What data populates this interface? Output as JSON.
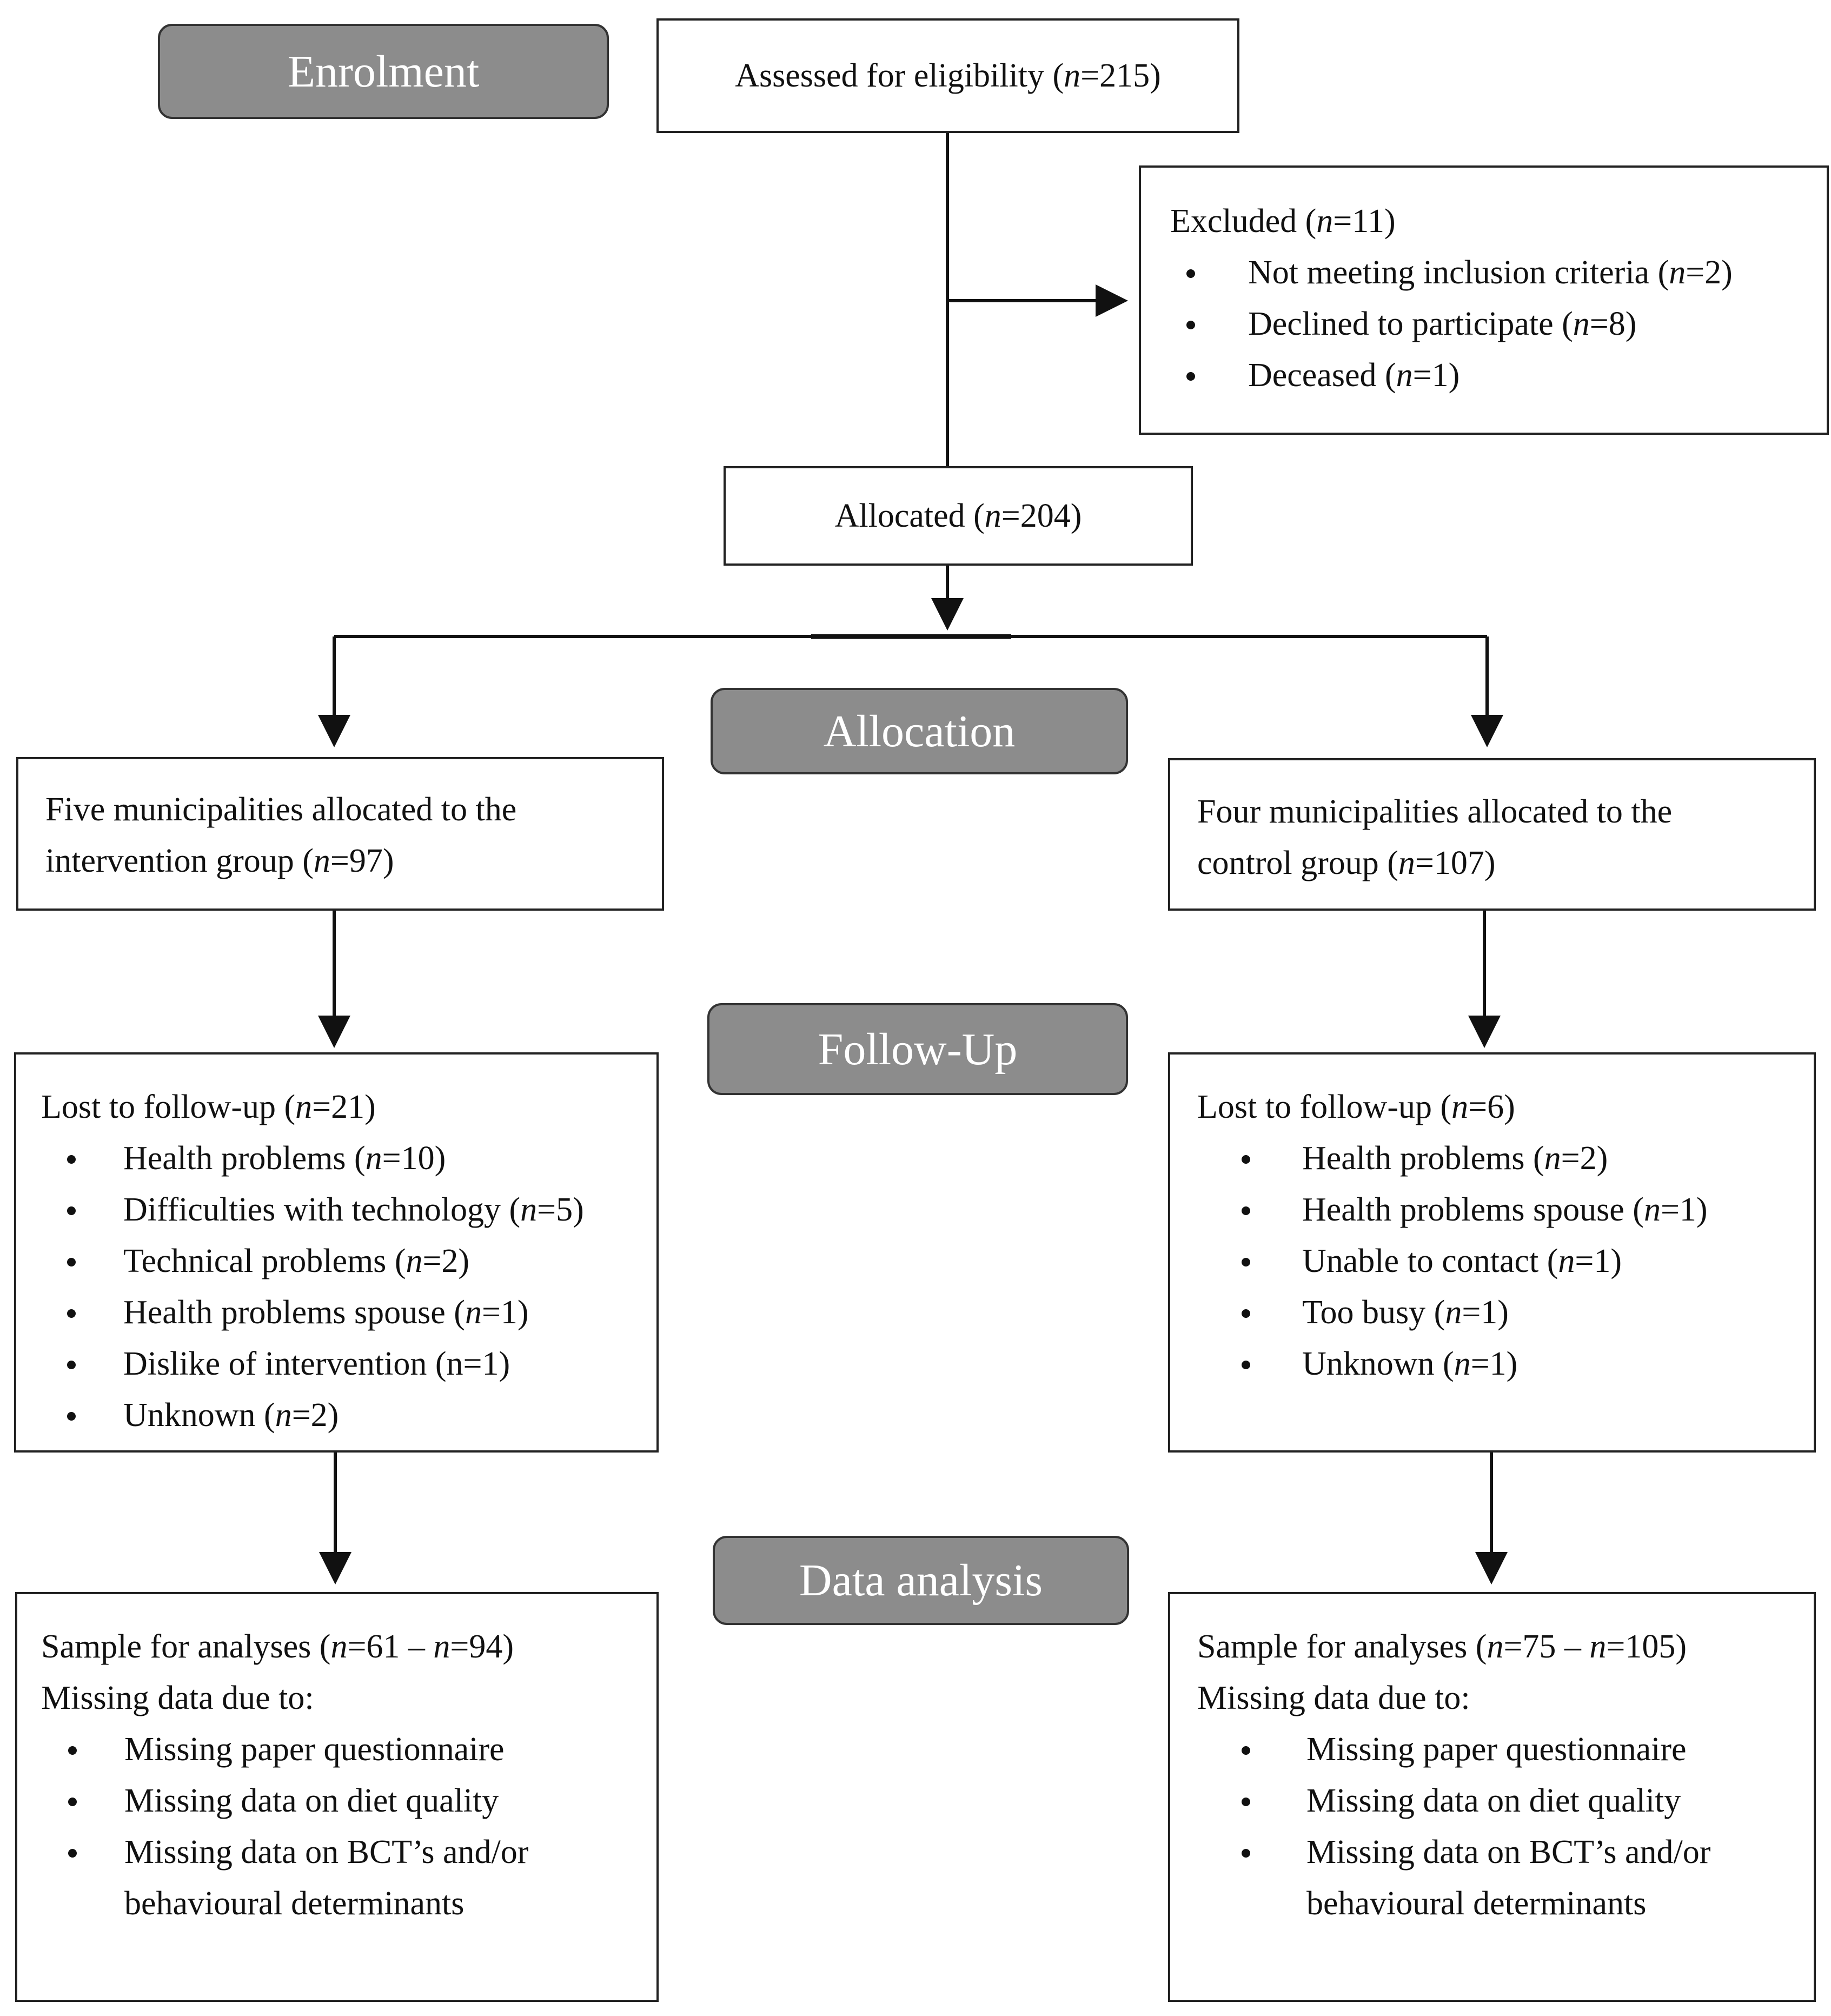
{
  "stages": {
    "enrolment": "Enrolment",
    "allocation": "Allocation",
    "follow_up": "Follow-Up",
    "data_analysis": "Data analysis"
  },
  "assessed": {
    "pre": "Assessed for eligibility (",
    "n": "n",
    "post": "=215)"
  },
  "excluded": {
    "title": {
      "pre": "Excluded (",
      "n": "n",
      "post": "=11)"
    },
    "items": [
      {
        "pre": "Not meeting inclusion criteria (",
        "n": "n",
        "post": "=2)"
      },
      {
        "pre": "Declined to participate (",
        "n": "n",
        "post": "=8)"
      },
      {
        "pre": "Deceased (",
        "n": "n",
        "post": "=1)"
      }
    ]
  },
  "allocated": {
    "pre": "Allocated (",
    "n": "n",
    "post": "=204)"
  },
  "intervention": {
    "line1": "Five municipalities allocated to  the",
    "line2": {
      "pre": "intervention  group (",
      "n": "n",
      "post": "=97)"
    }
  },
  "control": {
    "line1": "Four municipalities allocated to the",
    "line2": {
      "pre": "control group (",
      "n": "n",
      "post": "=107)"
    }
  },
  "lost_intervention": {
    "title": {
      "pre": "Lost to follow-up (",
      "n": "n",
      "post": "=21)"
    },
    "items": [
      {
        "pre": "Health problems (",
        "n": "n",
        "post": "=10)"
      },
      {
        "pre": "Difficulties with technology (",
        "n": "n",
        "post": "=5)"
      },
      {
        "pre": "Technical problems (",
        "n": "n",
        "post": "=2)"
      },
      {
        "pre": "Health problems spouse (",
        "n": "n",
        "post": "=1)"
      },
      {
        "pre": "Dislike of intervention (n=1)",
        "n": "",
        "post": ""
      },
      {
        "pre": "Unknown (",
        "n": "n",
        "post": "=2)"
      }
    ]
  },
  "lost_control": {
    "title": {
      "pre": "Lost to follow-up (",
      "n": "n",
      "post": "=6)"
    },
    "items": [
      {
        "pre": "Health problems  (",
        "n": "n",
        "post": "=2)"
      },
      {
        "pre": "Health problems spouse  (",
        "n": "n",
        "post": "=1)"
      },
      {
        "pre": "Unable to contact  (",
        "n": "n",
        "post": "=1)"
      },
      {
        "pre": "Too busy  (",
        "n": "n",
        "post": "=1)"
      },
      {
        "pre": "Unknown  (",
        "n": "n",
        "post": "=1)"
      }
    ]
  },
  "analysis_intervention": {
    "title": {
      "pre": "Sample for analyses (",
      "n1": "n",
      "mid": "=61  –  ",
      "n2": "n",
      "post": "=94)"
    },
    "missing": "Missing data due to:",
    "items": [
      "Missing paper questionnaire",
      "Missing data on diet quality",
      "Missing data on BCT’s and/or",
      "behavioural determinants"
    ]
  },
  "analysis_control": {
    "title": {
      "pre": "Sample for analyses (",
      "n1": "n",
      "mid": "=75  –  ",
      "n2": "n",
      "post": "=105)"
    },
    "missing": "Missing data due to:",
    "items": [
      "Missing paper questionnaire",
      "Missing data on diet quality",
      "Missing data on BCT’s and/or",
      "behavioural determinants"
    ]
  }
}
